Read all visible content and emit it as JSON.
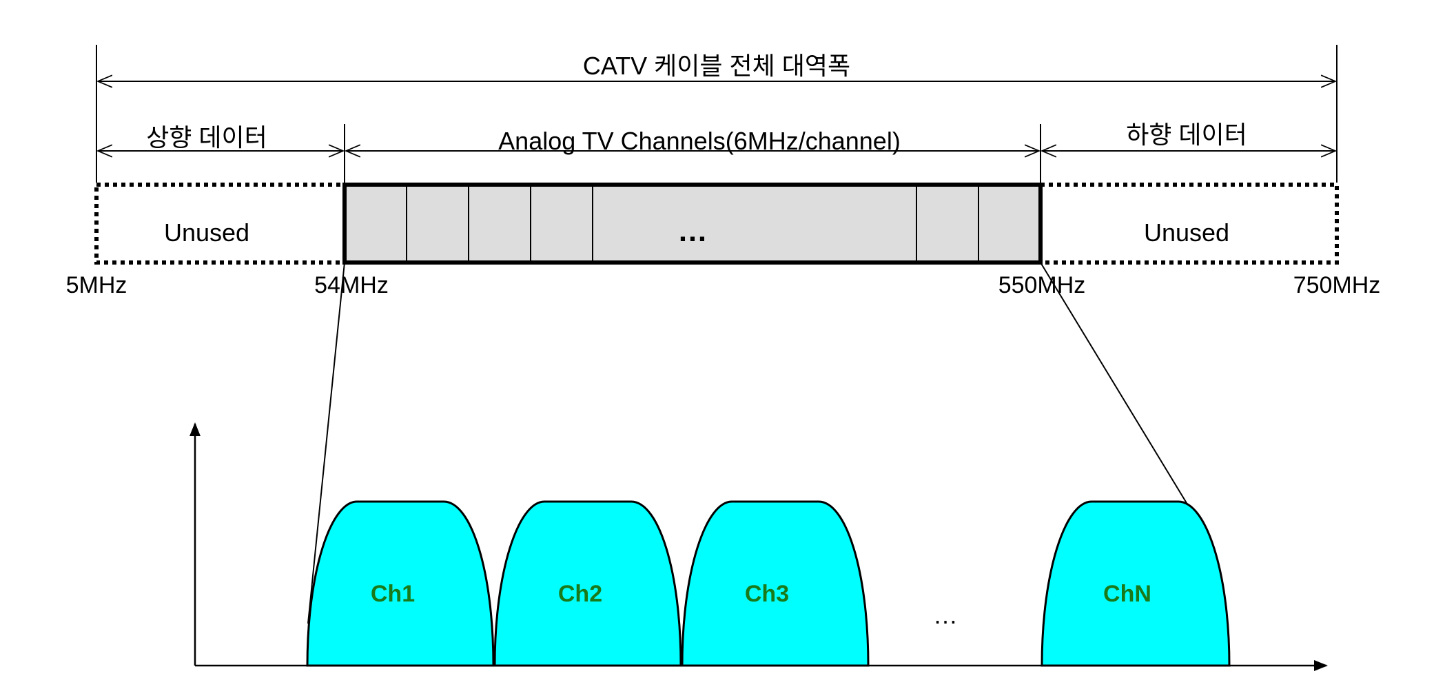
{
  "diagram": {
    "total_label": "CATV 케이블 전체 대역폭",
    "upstream_label": "상향 데이터",
    "analog_label": "Analog TV Channels(6MHz/channel)",
    "downstream_label": "하향 데이터",
    "unused_left": "Unused",
    "unused_right": "Unused",
    "band_ellipsis": "…",
    "freq_labels": [
      "5MHz",
      "54MHz",
      "550MHz",
      "750MHz"
    ],
    "channels": [
      "Ch1",
      "Ch2",
      "Ch3",
      "ChN"
    ],
    "channel_ellipsis": "…",
    "colors": {
      "channel_fill": "#00FFFF",
      "channel_text": "#1A7A1A",
      "band_fill": "#DDDDDD"
    }
  }
}
